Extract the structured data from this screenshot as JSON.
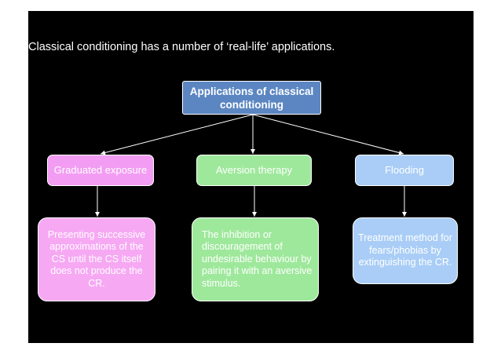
{
  "intro_text": "Classical conditioning has a number of ‘real-life’ applications.",
  "root": {
    "label": "Applications of classical conditioning"
  },
  "branches": [
    {
      "label": "Graduated exposure",
      "description": "Presenting successive approximations of the CS until the CS itself does not produce the CR."
    },
    {
      "label": "Aversion therapy",
      "description": "The inhibition or discouragement of undesirable behaviour by pairing it with an aversive stimulus."
    },
    {
      "label": "Flooding",
      "description": "Treatment method for fears/phobias by extinguishing the CR."
    }
  ],
  "colors": {
    "background": "#000000",
    "root": "#5b86c2",
    "graduated_exposure": "#f39cf3",
    "aversion_therapy": "#9ee89b",
    "flooding": "#a9cdf6"
  }
}
